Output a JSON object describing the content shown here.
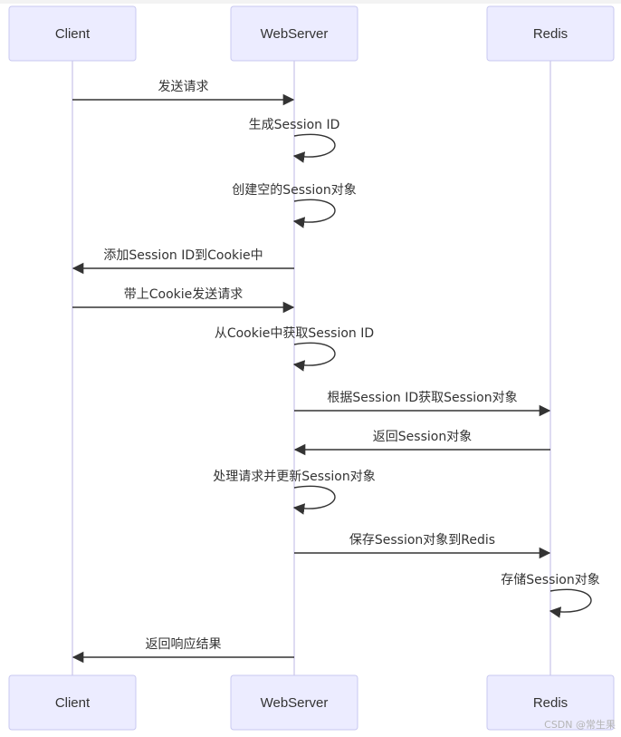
{
  "actors": [
    {
      "id": "client",
      "label": "Client"
    },
    {
      "id": "webserver",
      "label": "WebServer"
    },
    {
      "id": "redis",
      "label": "Redis"
    }
  ],
  "messages": [
    {
      "from": "client",
      "to": "webserver",
      "text": "发送请求"
    },
    {
      "from": "webserver",
      "to": "webserver",
      "text": "生成Session ID"
    },
    {
      "from": "webserver",
      "to": "webserver",
      "text": "创建空的Session对象"
    },
    {
      "from": "webserver",
      "to": "client",
      "text": "添加Session ID到Cookie中"
    },
    {
      "from": "client",
      "to": "webserver",
      "text": "带上Cookie发送请求"
    },
    {
      "from": "webserver",
      "to": "webserver",
      "text": "从Cookie中获取Session ID"
    },
    {
      "from": "webserver",
      "to": "redis",
      "text": "根据Session ID获取Session对象"
    },
    {
      "from": "redis",
      "to": "webserver",
      "text": "返回Session对象"
    },
    {
      "from": "webserver",
      "to": "webserver",
      "text": "处理请求并更新Session对象"
    },
    {
      "from": "webserver",
      "to": "redis",
      "text": "保存Session对象到Redis"
    },
    {
      "from": "redis",
      "to": "redis",
      "text": "存储Session对象"
    },
    {
      "from": "webserver",
      "to": "client",
      "text": "返回响应结果"
    }
  ],
  "watermark": "CSDN @常生果",
  "colors": {
    "actor_fill": "#ECECFF",
    "actor_stroke": "#C9C9F0",
    "lifeline": "#C9C3E8",
    "arrow": "#333333",
    "text": "#333333"
  }
}
